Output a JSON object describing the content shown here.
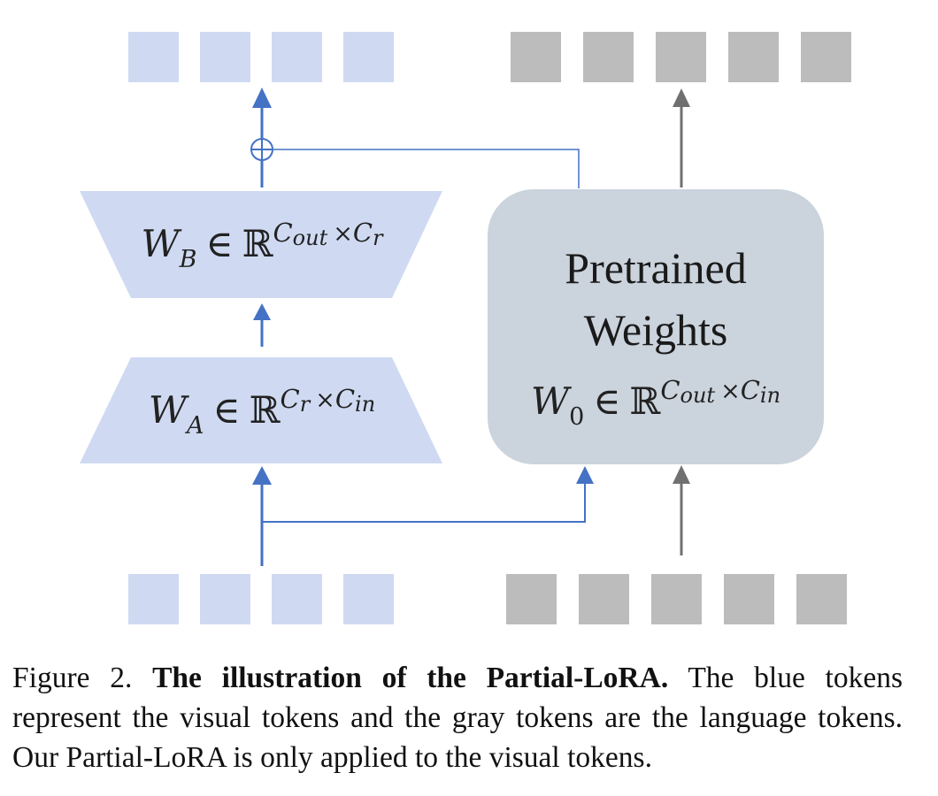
{
  "colors": {
    "visual_token": "#cfdaf2",
    "language_token": "#bcbcbc",
    "lora_block": "#cfdaf2",
    "pretrained_block": "#cbd3dd",
    "blue_arrow": "#4472c4",
    "gray_arrow": "#707070"
  },
  "lora_b": {
    "symbol": "W",
    "sub": "B",
    "in": "∈",
    "space": "ℝ",
    "sup1": "C",
    "sup1_sub": "out",
    "times": "×",
    "sup2": "C",
    "sup2_sub": "r"
  },
  "lora_a": {
    "symbol": "W",
    "sub": "A",
    "in": "∈",
    "space": "ℝ",
    "sup1": "C",
    "sup1_sub": "r",
    "times": "×",
    "sup2": "C",
    "sup2_sub": "in"
  },
  "pretrained": {
    "line1": "Pretrained",
    "line2": "Weights",
    "formula": {
      "symbol": "W",
      "sub": "0",
      "in": "∈",
      "space": "ℝ",
      "sup1": "C",
      "sup1_sub": "out",
      "times": "×",
      "sup2": "C",
      "sup2_sub": "in"
    }
  },
  "icons": {
    "sum": "circled-plus-icon"
  },
  "caption": {
    "label": "Figure 2.",
    "title": "The illustration of the Partial-LoRA.",
    "body": "The blue tokens represent the visual tokens and the gray tokens are the language tokens. Our Partial-LoRA is only applied to the visual tokens."
  }
}
